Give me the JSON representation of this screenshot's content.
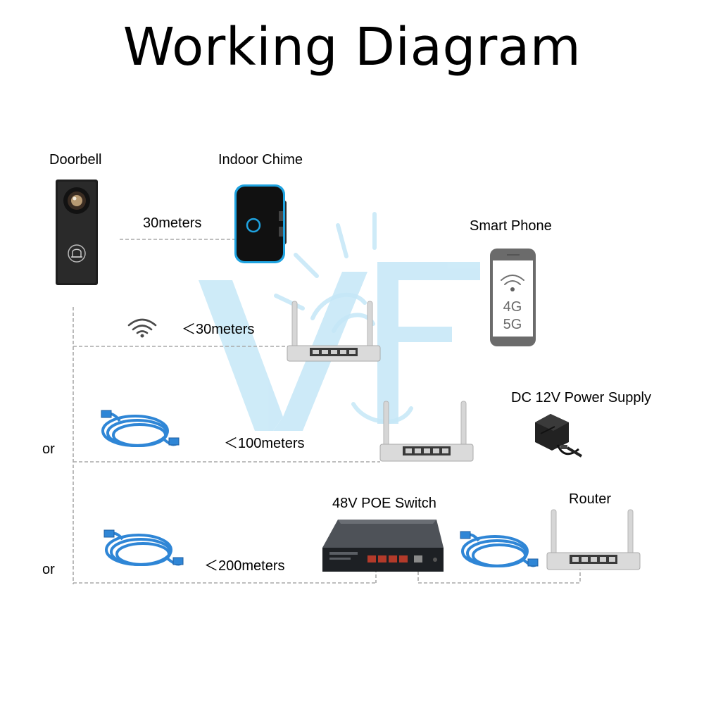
{
  "title": "Working Diagram",
  "labels": {
    "doorbell": "Doorbell",
    "indoor_chime": "Indoor Chime",
    "smart_phone": "Smart Phone",
    "dc_power": "DC 12V Power Supply",
    "poe_switch": "48V POE Switch",
    "router": "Router",
    "or_1": "or",
    "or_2": "or"
  },
  "distances": {
    "chime": "30meters",
    "wifi": "＜30meters",
    "cable_router": "＜100meters",
    "cable_poe": "＜200meters"
  },
  "phone_text": {
    "line1": "4G",
    "line2": "5G"
  },
  "icons": [
    "wifi-icon",
    "ethernet-cable-icon",
    "router-icon",
    "power-adapter-icon",
    "poe-switch-icon",
    "bell-icon"
  ],
  "colors": {
    "cable": "#2f86d6",
    "chime_accent": "#1fa3e0",
    "phone_body": "#6b6b6b",
    "watermark": "#bfe4f6",
    "link_line": "#a9a9a9"
  }
}
